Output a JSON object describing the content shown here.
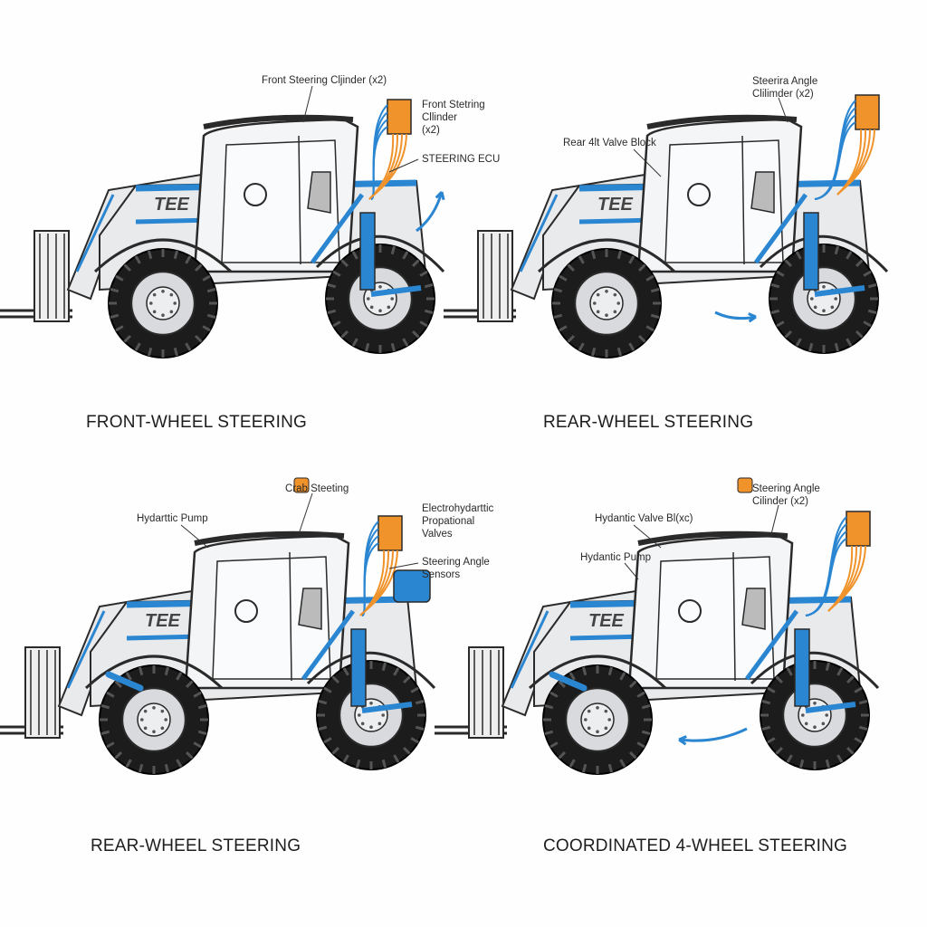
{
  "colors": {
    "hydraulic_blue": "#2b86d2",
    "ecu_orange": "#f0932b",
    "outline": "#2a2a2a",
    "body": "#e9eaec",
    "tire": "#1c1c1c"
  },
  "panels": [
    {
      "title": "FRONT-WHEEL STEERING",
      "brand": "TEE",
      "labels": [
        "Front Steering Cljinder (x2)",
        "Front Stetring\nCllinder\n(x2)",
        "STEERING ECU"
      ],
      "arrow": "curved-up-right"
    },
    {
      "title": "REAR-WHEEL STEERING",
      "brand": "TEE",
      "labels": [
        "Steerira Angle\nClilimder (x2)",
        "Rear 4lt Valve Block"
      ],
      "arrow": "curved-right"
    },
    {
      "title": "REAR-WHEEL STEERING",
      "brand": "TEE",
      "labels": [
        "Crab Steeting",
        "Hydarttic Pump",
        "Electrohydarttic\nPropational\nValves",
        "Steering Angle\nSensors"
      ],
      "arrow": "none"
    },
    {
      "title": "COORDINATED 4-WHEEL STEERING",
      "brand": "TEE",
      "labels": [
        "Steering Angle\nCilinder (x2)",
        "Hydantic Valve Bl(xc)",
        "Hydantic Pump"
      ],
      "arrow": "curved-left"
    }
  ]
}
